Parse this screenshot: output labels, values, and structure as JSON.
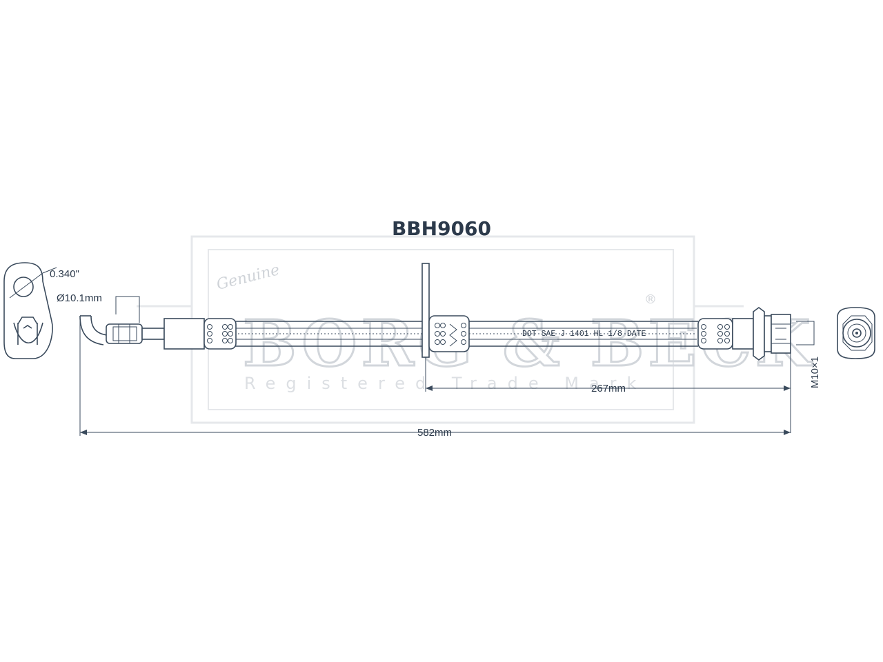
{
  "part_number": "BBH9060",
  "watermark": {
    "script": "Genuine",
    "brand": "BORG & BECK",
    "registered_symbol": "®",
    "tagline": "Registered Trade Mark"
  },
  "dimensions": {
    "bolt_hole": "0.340\"",
    "banjo_diameter": "Ø10.1mm",
    "bracket_to_end": "267mm",
    "overall_length": "582mm",
    "thread": "M10×1"
  },
  "hose_print": "DOT SAE J 1401 HL 1/8 DATE"
}
